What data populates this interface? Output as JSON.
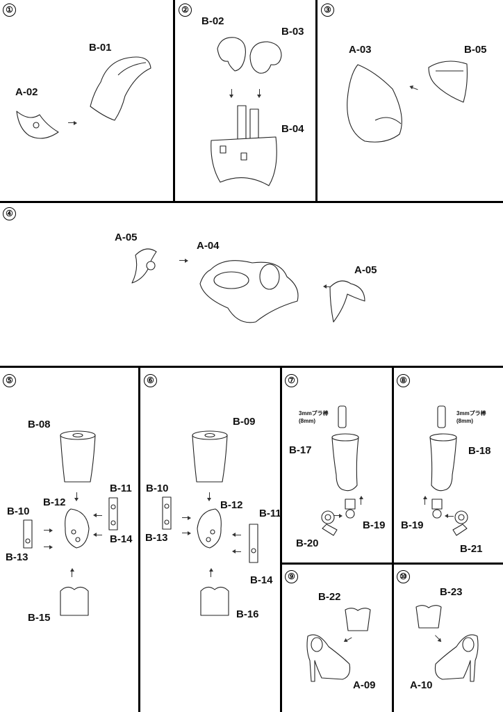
{
  "steps": [
    {
      "number": "①",
      "labels": [
        "B-01",
        "A-02"
      ]
    },
    {
      "number": "②",
      "labels": [
        "B-02",
        "B-03",
        "B-04"
      ]
    },
    {
      "number": "③",
      "labels": [
        "A-03",
        "B-05"
      ]
    },
    {
      "number": "④",
      "labels": [
        "A-05",
        "A-04",
        "A-05"
      ]
    },
    {
      "number": "⑤",
      "labels": [
        "B-08",
        "B-12",
        "B-11",
        "B-10",
        "B-13",
        "B-14",
        "B-15"
      ]
    },
    {
      "number": "⑥",
      "labels": [
        "B-09",
        "B-10",
        "B-12",
        "B-11",
        "B-13",
        "B-14",
        "B-16"
      ]
    },
    {
      "number": "⑦",
      "labels": [
        "B-17",
        "B-19",
        "B-20"
      ],
      "note_line1": "3mmプラ棒",
      "note_line2": "(8mm)"
    },
    {
      "number": "⑧",
      "labels": [
        "B-18",
        "B-19",
        "B-21"
      ],
      "note_line1": "3mmプラ棒",
      "note_line2": "(8mm)"
    },
    {
      "number": "⑨",
      "labels": [
        "B-22",
        "A-09"
      ]
    },
    {
      "number": "⑩",
      "labels": [
        "B-23",
        "A-10"
      ]
    }
  ],
  "line_color": "#000000"
}
